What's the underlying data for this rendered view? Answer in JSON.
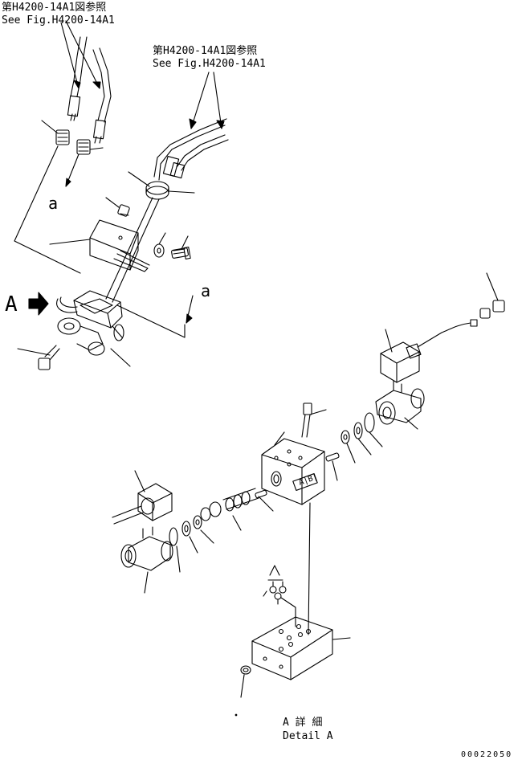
{
  "references": {
    "top_left": {
      "line1": "第H4200-14A1図参照",
      "line2": "See Fig.H4200-14A1"
    },
    "top_right": {
      "line1": "第H4200-14A1図参照",
      "line2": "See Fig.H4200-14A1"
    }
  },
  "view_marks": {
    "a_left": "a",
    "a_right": "a",
    "view_A": "A"
  },
  "detail_caption": {
    "jp": "A 詳 細",
    "en": "Detail A"
  },
  "valve_marking": "A|B|",
  "drawing_number": "00022050"
}
